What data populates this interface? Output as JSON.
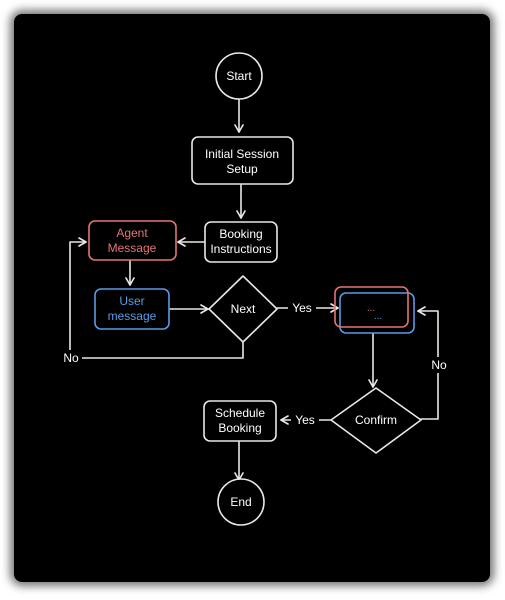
{
  "nodes": {
    "start": {
      "label": "Start"
    },
    "initial_setup": {
      "lines": [
        "Initial Session",
        "Setup"
      ]
    },
    "booking_instructions": {
      "lines": [
        "Booking",
        "Instructions"
      ]
    },
    "agent_message": {
      "lines": [
        "Agent",
        "Message"
      ]
    },
    "user_message": {
      "lines": [
        "User",
        "message"
      ]
    },
    "next": {
      "label": "Next"
    },
    "agent_placeholder": {
      "label": "..."
    },
    "user_placeholder": {
      "label": "..."
    },
    "confirm": {
      "label": "Confirm"
    },
    "schedule_booking": {
      "lines": [
        "Schedule",
        "Booking"
      ]
    },
    "end": {
      "label": "End"
    }
  },
  "edge_labels": {
    "next_yes": "Yes",
    "next_no": "No",
    "confirm_yes": "Yes",
    "confirm_no": "No"
  },
  "colors": {
    "background": "#000000",
    "stroke": "#e8e8e8",
    "agent": "#e57373",
    "user": "#5a9be6",
    "text": "#ffffff"
  }
}
